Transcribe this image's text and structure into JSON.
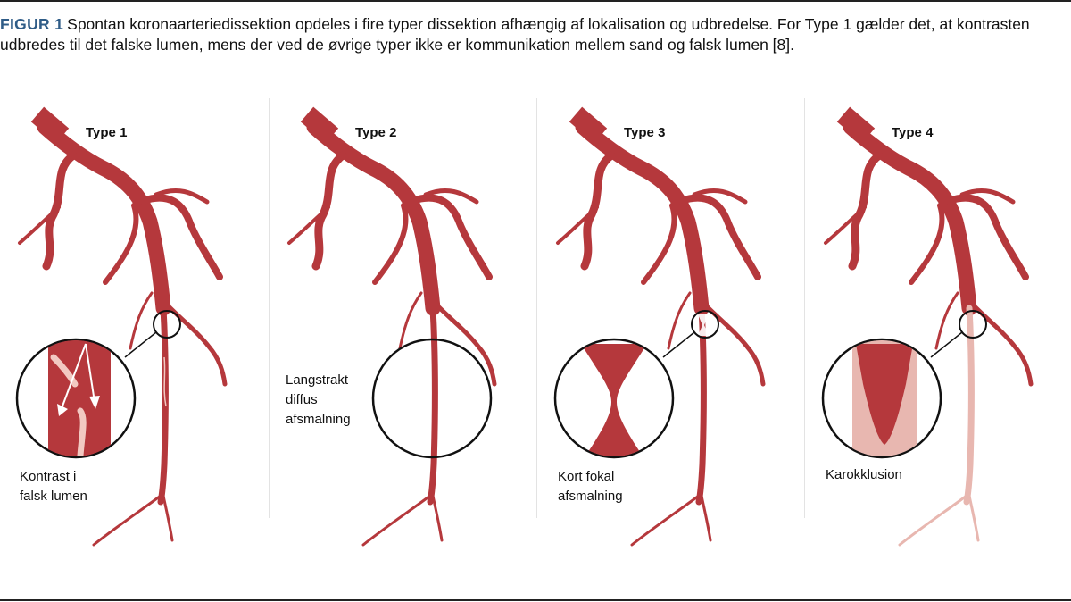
{
  "caption": {
    "figure_label": "FIGUR 1",
    "text": "Spontan koronaarteriedissektion opdeles i fire typer dissektion afhængig af lokalisation og udbredelse. For Type 1 gælder det, at kontrasten udbredes til det falske lumen, mens der ved de øvrige typer ikke er kommunikation mellem sand og falsk lumen [8]."
  },
  "panels": [
    {
      "title": "Type 1",
      "label_lines": [
        "Kontrast i",
        "falsk lumen"
      ]
    },
    {
      "title": "Type 2",
      "label_lines": [
        "Langstrakt",
        "diffus",
        "afsmalning"
      ]
    },
    {
      "title": "Type 3",
      "label_lines": [
        "Kort fokal",
        "afsmalning"
      ]
    },
    {
      "title": "Type 4",
      "label_lines": [
        "Karokklusion"
      ]
    }
  ],
  "colors": {
    "artery": "#b5383c",
    "light_artery": "#e8b7b0",
    "pale_stripe": "#f2c9c2",
    "caption_label": "#2f5c87",
    "rule": "#222222"
  }
}
